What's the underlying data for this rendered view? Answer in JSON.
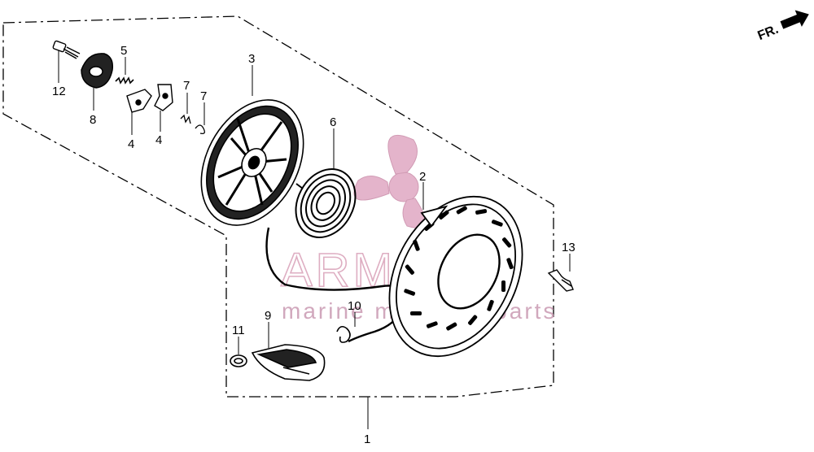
{
  "direction_label": "FR.",
  "watermark": {
    "title": "ARMADA",
    "subtitle": "marine motors & parts"
  },
  "callouts": {
    "c1": "1",
    "c2": "2",
    "c3": "3",
    "c4a": "4",
    "c4b": "4",
    "c5": "5",
    "c6": "6",
    "c7a": "7",
    "c7b": "7",
    "c8": "8",
    "c9": "9",
    "c10": "10",
    "c11": "11",
    "c12": "12",
    "c13": "13"
  },
  "colors": {
    "line": "#000000",
    "watermark": "#d9a0b8",
    "watermark_dark": "#b77495"
  }
}
